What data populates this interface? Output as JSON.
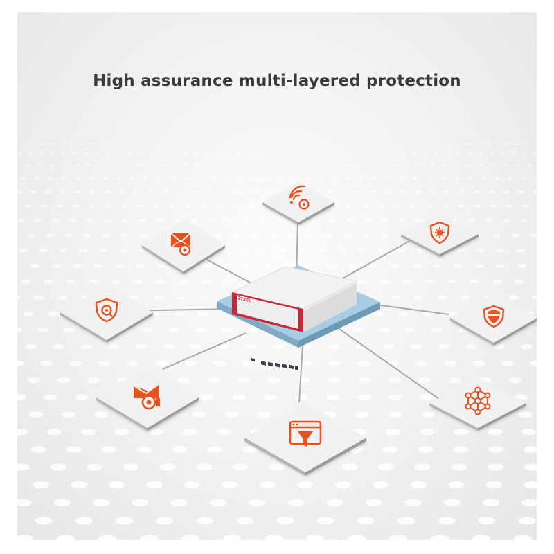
{
  "title": "High assurance multi-layered protection",
  "device": {
    "brand": "ZYXEL"
  },
  "colors": {
    "accent": "#e8501e",
    "tile_top": "#f1f1f1",
    "tile_shadow": "#9a9a9a",
    "device_red": "#c8283a",
    "base_blue": "#9ec4dc",
    "connector": "#a9a9a9"
  },
  "nodes": [
    {
      "id": "wifi",
      "icon": "wifi-gear-icon"
    },
    {
      "id": "threat-shield",
      "icon": "virus-shield-icon"
    },
    {
      "id": "shield",
      "icon": "shield-icon"
    },
    {
      "id": "network",
      "icon": "network-hub-icon"
    },
    {
      "id": "web-filter",
      "icon": "web-filter-icon"
    },
    {
      "id": "email-security",
      "icon": "email-security-icon"
    },
    {
      "id": "reputation",
      "icon": "reputation-shield-icon"
    },
    {
      "id": "mail-filter",
      "icon": "mail-filter-icon"
    }
  ]
}
